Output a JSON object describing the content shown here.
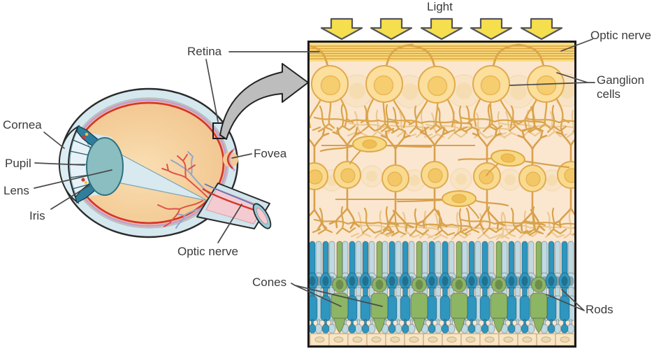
{
  "eye_diagram": {
    "labels": {
      "cornea": "Cornea",
      "pupil": "Pupil",
      "lens": "Lens",
      "iris": "Iris",
      "retina": "Retina",
      "fovea": "Fovea",
      "optic_nerve": "Optic nerve"
    }
  },
  "retina_panel": {
    "labels": {
      "light": "Light",
      "optic_nerve": "Optic nerve",
      "ganglion_cells": "Ganglion cells",
      "cones": "Cones",
      "rods": "Rods"
    }
  },
  "colors": {
    "rod_blue": "#2E96BF",
    "rod_pale_blue": "#BFDAE2",
    "cone_green": "#8CB564",
    "neuron_yellow": "#FBDF9B",
    "panel_background": "#FBE7D0",
    "fiber_band_yellow": "#F8DB7F",
    "light_arrow_yellow": "#F6DF4E",
    "sclera_blue": "#D5E8EE",
    "lens_teal": "#8ABEC1",
    "retina_red": "#D4372C",
    "choroid_lavender": "#C49FCE",
    "optic_nerve_pink": "#F4CBD1",
    "zoom_arrow_gray": "#BDBDBD"
  }
}
